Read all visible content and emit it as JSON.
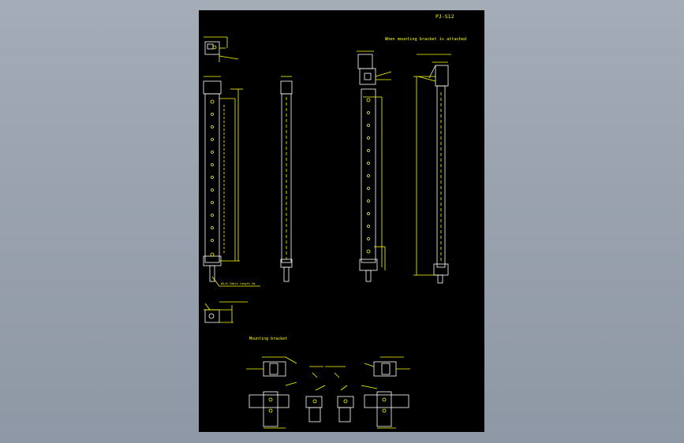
{
  "drawing": {
    "title": "PJ-S12",
    "note_bracket_attached": "When mounting bracket is attached",
    "section_mounting_bracket": "Mounting bracket",
    "cable_note": "ø5/6 Cable length 2m",
    "colors": {
      "background": "#98a2ae",
      "sheet": "#000000",
      "yellow": "#ffff00",
      "white": "#ffffff"
    }
  }
}
